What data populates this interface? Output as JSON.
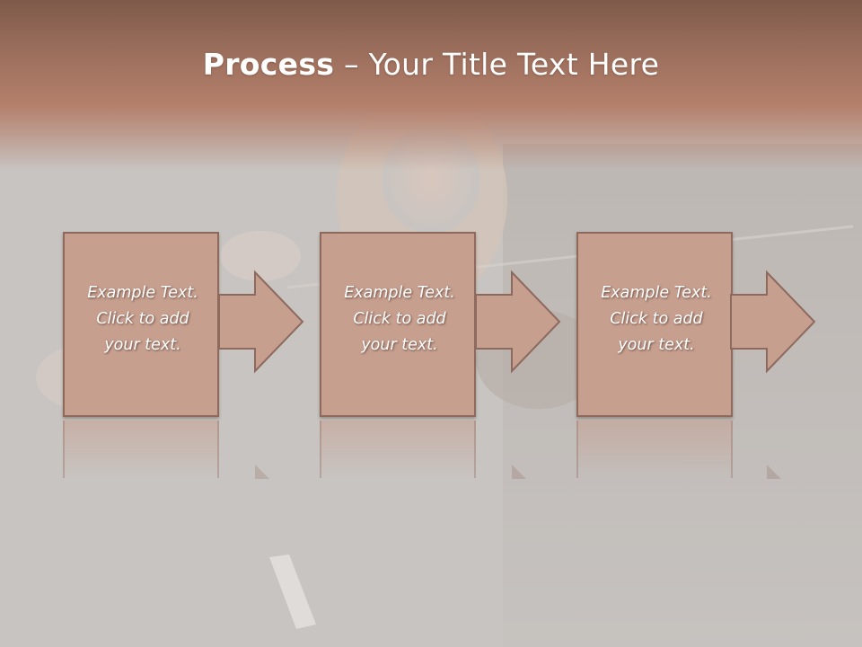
{
  "slide": {
    "title_bold": "Process",
    "title_rest": " – Your Title Text Here",
    "steps": [
      {
        "text": "Example Text.\nClick  to add\nyour text."
      },
      {
        "text": "Example Text.\nClick  to add\nyour text."
      },
      {
        "text": "Example Text.\nClick  to add\nyour text."
      }
    ]
  },
  "colors": {
    "title_band": "#b4806c",
    "box_fill": "#c69f8f",
    "box_border": "#8d6a5d",
    "background": "#c8c4c1"
  }
}
